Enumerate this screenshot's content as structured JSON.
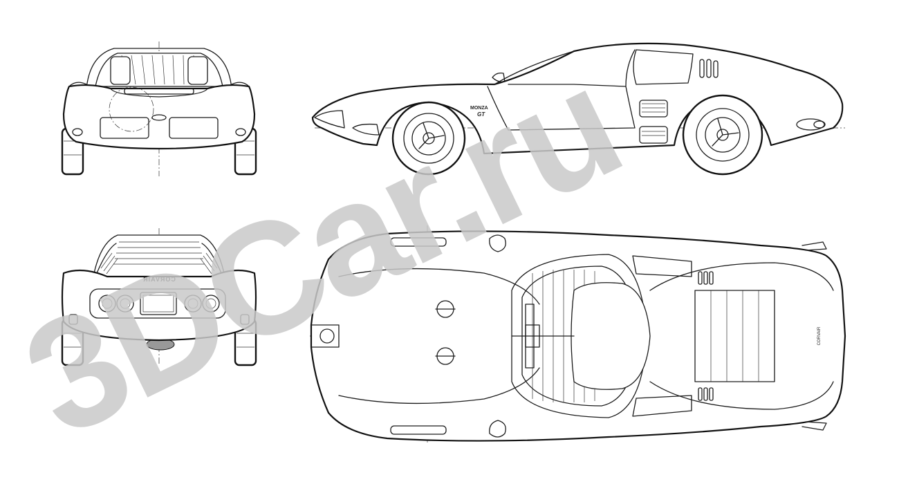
{
  "watermark": {
    "text": "3DCar.ru",
    "color": "#c9c9c9"
  },
  "labels": {
    "side_badge_line1": "MONZA",
    "side_badge_line2": "GT",
    "rear_script": "CORVAIR",
    "top_rear_script": "CORVAIR"
  },
  "views": [
    "front-view",
    "side-view",
    "rear-view",
    "top-view"
  ]
}
